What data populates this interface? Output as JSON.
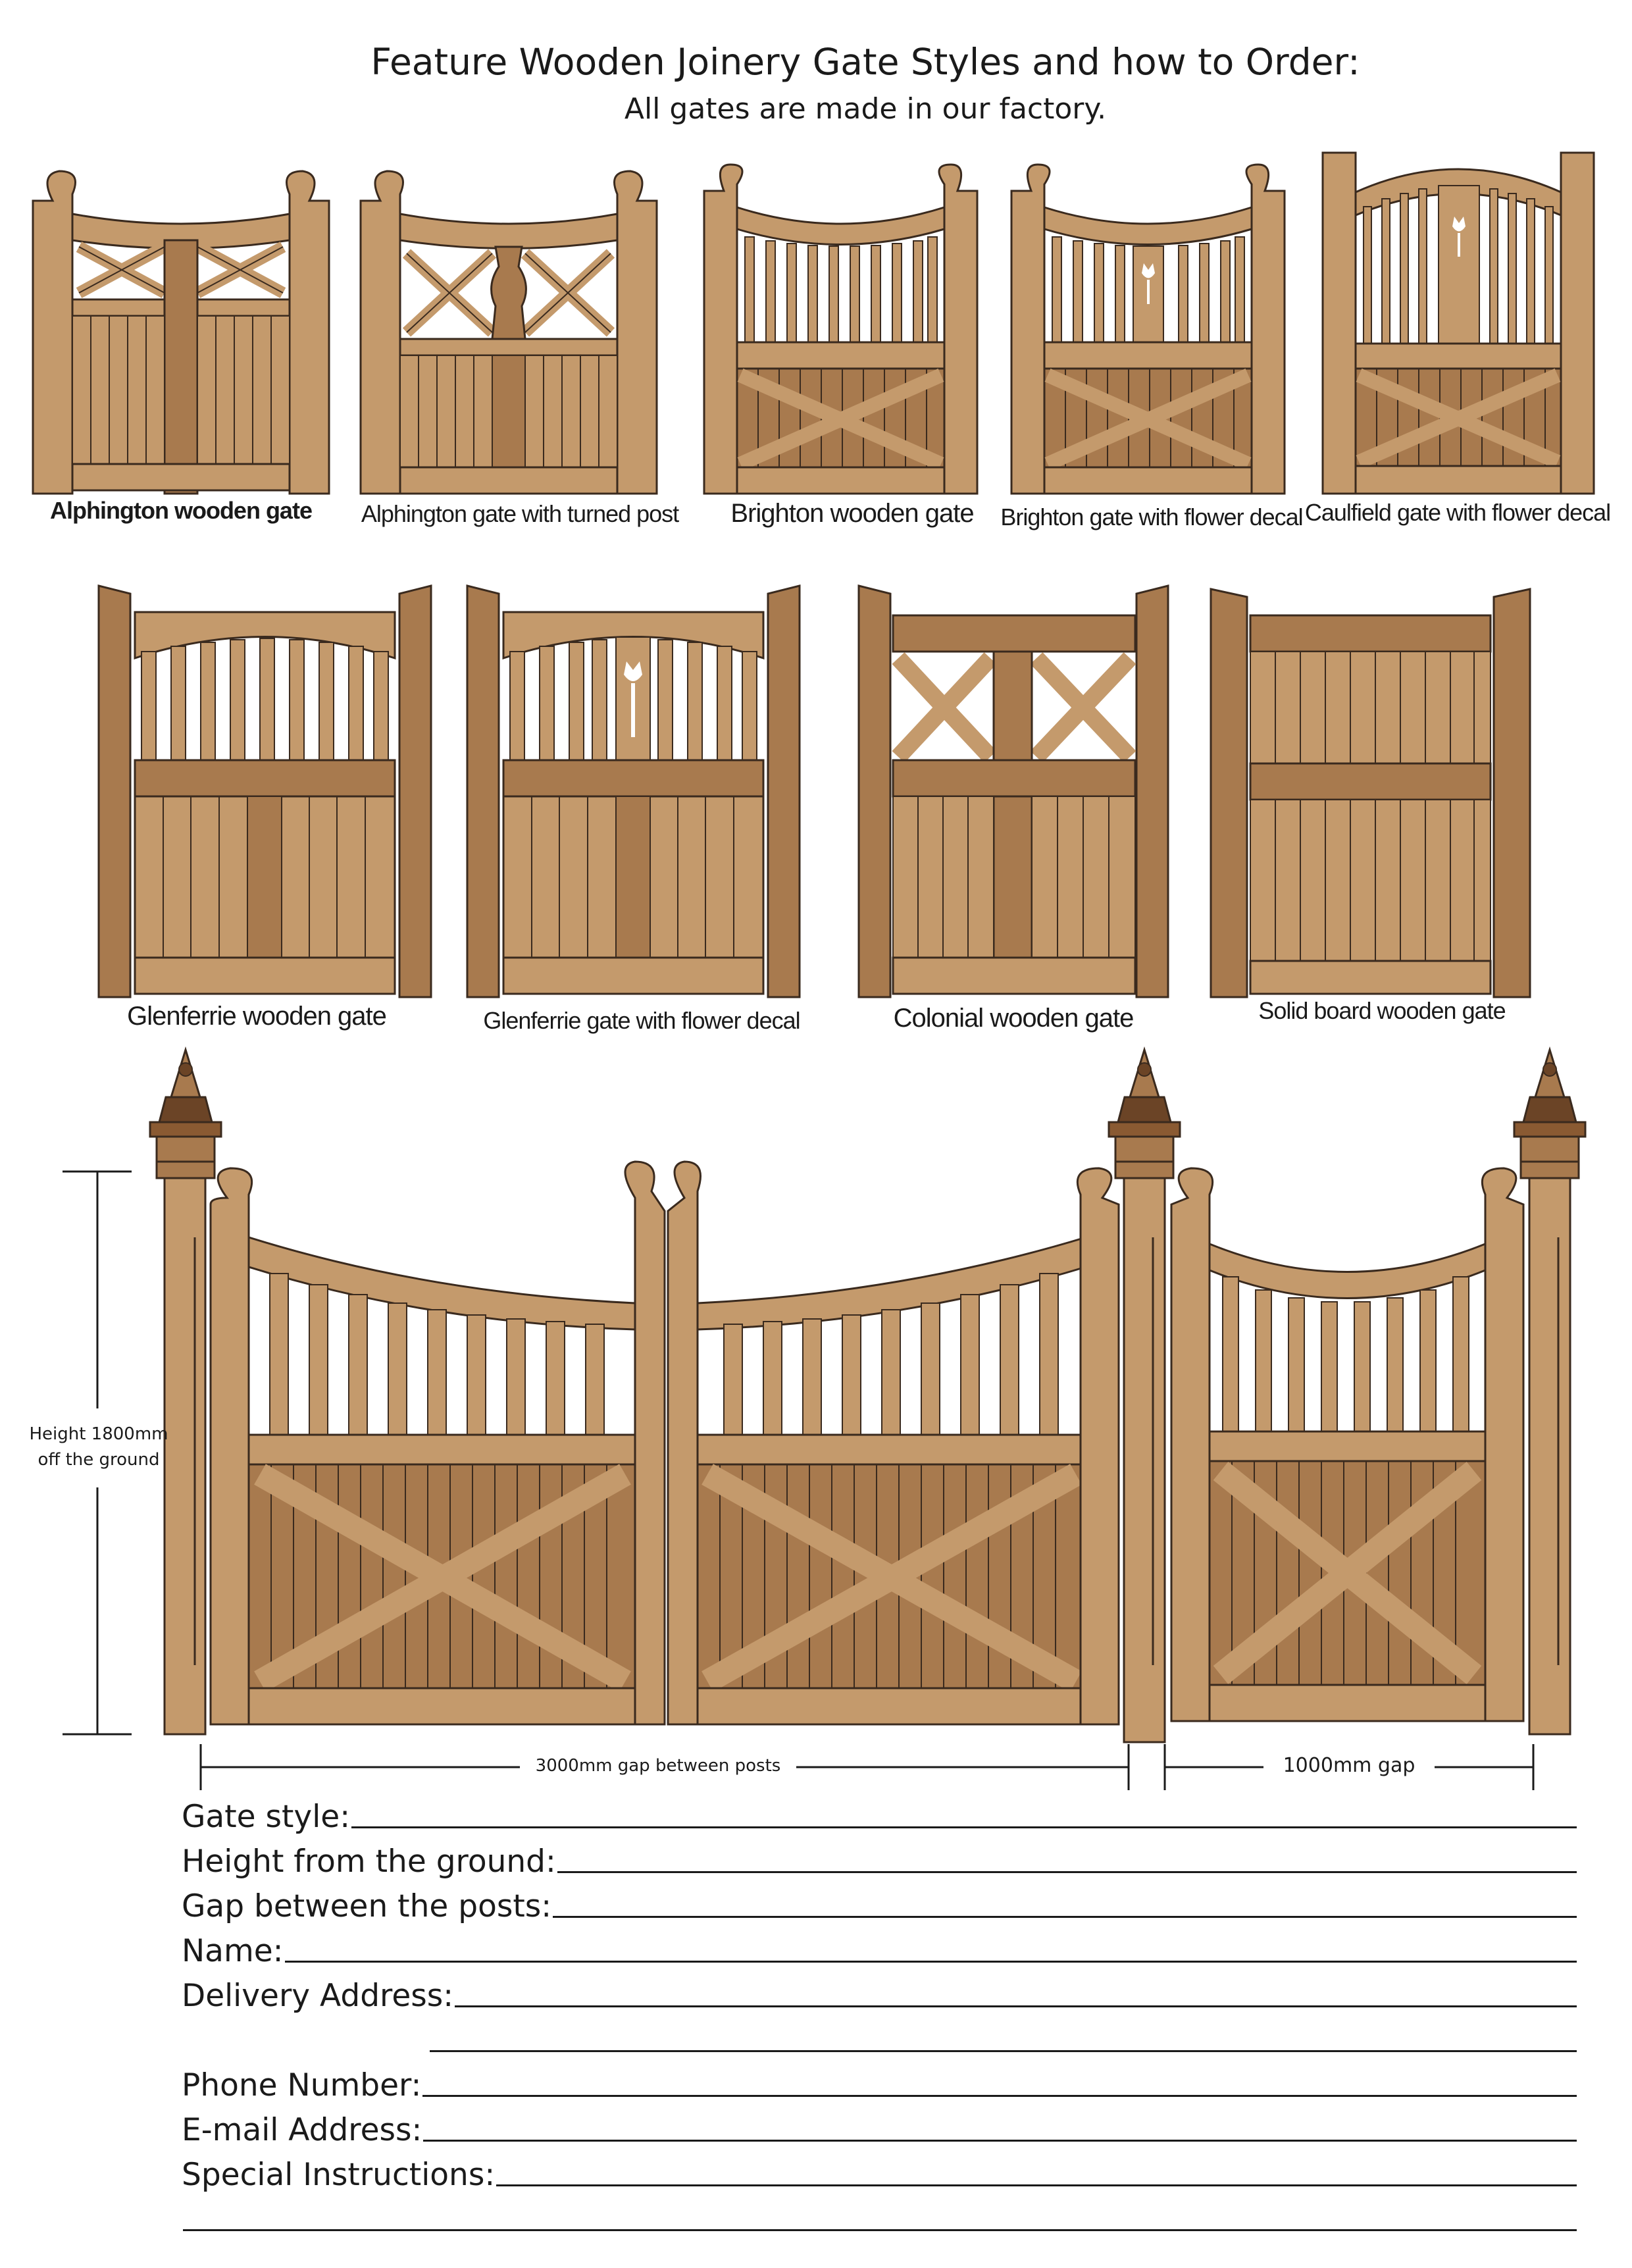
{
  "header": {
    "title": "Feature Wooden Joinery Gate Styles and how to Order:",
    "subtitle": "All gates are made in our factory."
  },
  "gates_row1": [
    {
      "name": "Alphington wooden gate"
    },
    {
      "name": "Alphington gate with turned post"
    },
    {
      "name": "Brighton wooden gate"
    },
    {
      "name": "Brighton  gate with flower decal"
    },
    {
      "name": "Caulfield  gate with flower decal"
    }
  ],
  "gates_row2": [
    {
      "name": "Glenferrie wooden gate"
    },
    {
      "name": "Glenferrie gate with flower decal"
    },
    {
      "name": "Colonial wooden gate"
    },
    {
      "name": "Solid board wooden gate"
    }
  ],
  "diagram": {
    "height_label_1": "Height 1800mm",
    "height_label_2": "off the ground",
    "gap_label_1": "3000mm gap between posts",
    "gap_label_2": "1000mm gap"
  },
  "form": {
    "fields": [
      {
        "label": "Gate style:"
      },
      {
        "label": "Height from the ground:"
      },
      {
        "label": "Gap between the posts:"
      },
      {
        "label": "Name:"
      },
      {
        "label": "Delivery Address:"
      },
      {
        "label": ""
      },
      {
        "label": "Phone Number:"
      },
      {
        "label": "E-mail Address:"
      },
      {
        "label": "Special Instructions:"
      },
      {
        "label": ""
      }
    ]
  },
  "colors": {
    "wood_light": "#c49a6c",
    "wood_dark": "#a87a4e",
    "outline": "#3a2a1e"
  }
}
